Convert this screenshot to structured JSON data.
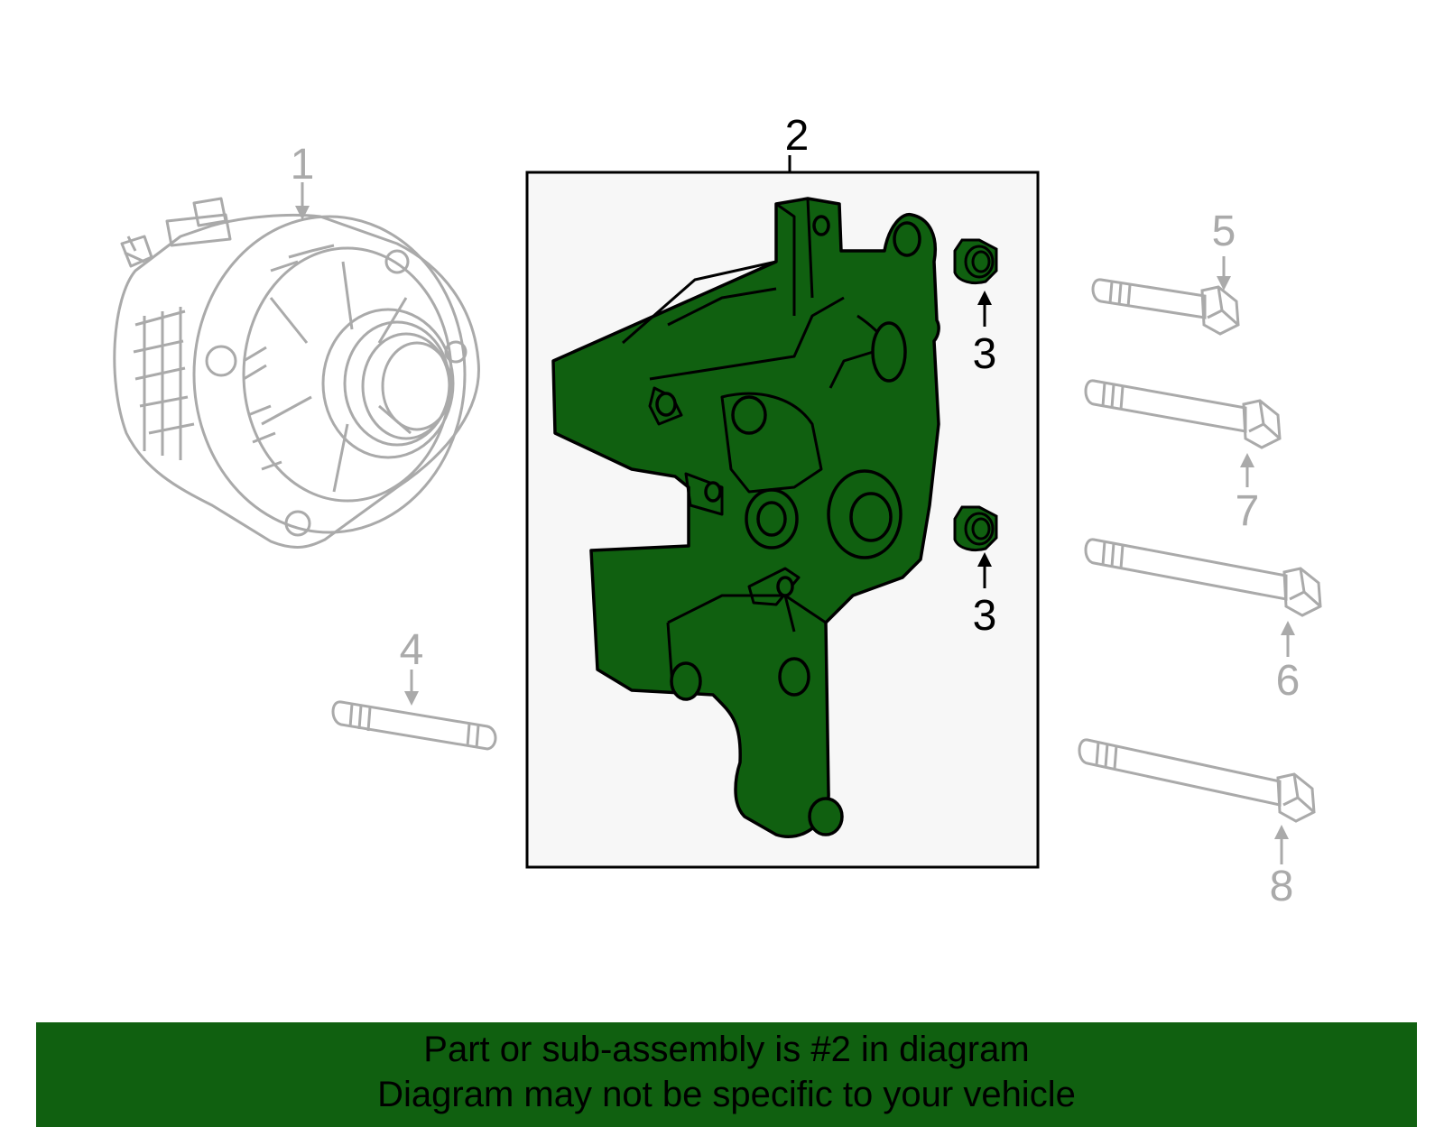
{
  "callouts": {
    "c1": "1",
    "c2": "2",
    "c3a": "3",
    "c3b": "3",
    "c4": "4",
    "c5": "5",
    "c6": "6",
    "c7": "7",
    "c8": "8"
  },
  "banner": {
    "line1": "Part or sub-assembly is #2 in diagram",
    "line2": "Diagram may not be specific to your vehicle"
  },
  "colors": {
    "highlight": "#106010",
    "faded_part": "#aaaaaa",
    "box_fill": "#f7f7f7"
  }
}
